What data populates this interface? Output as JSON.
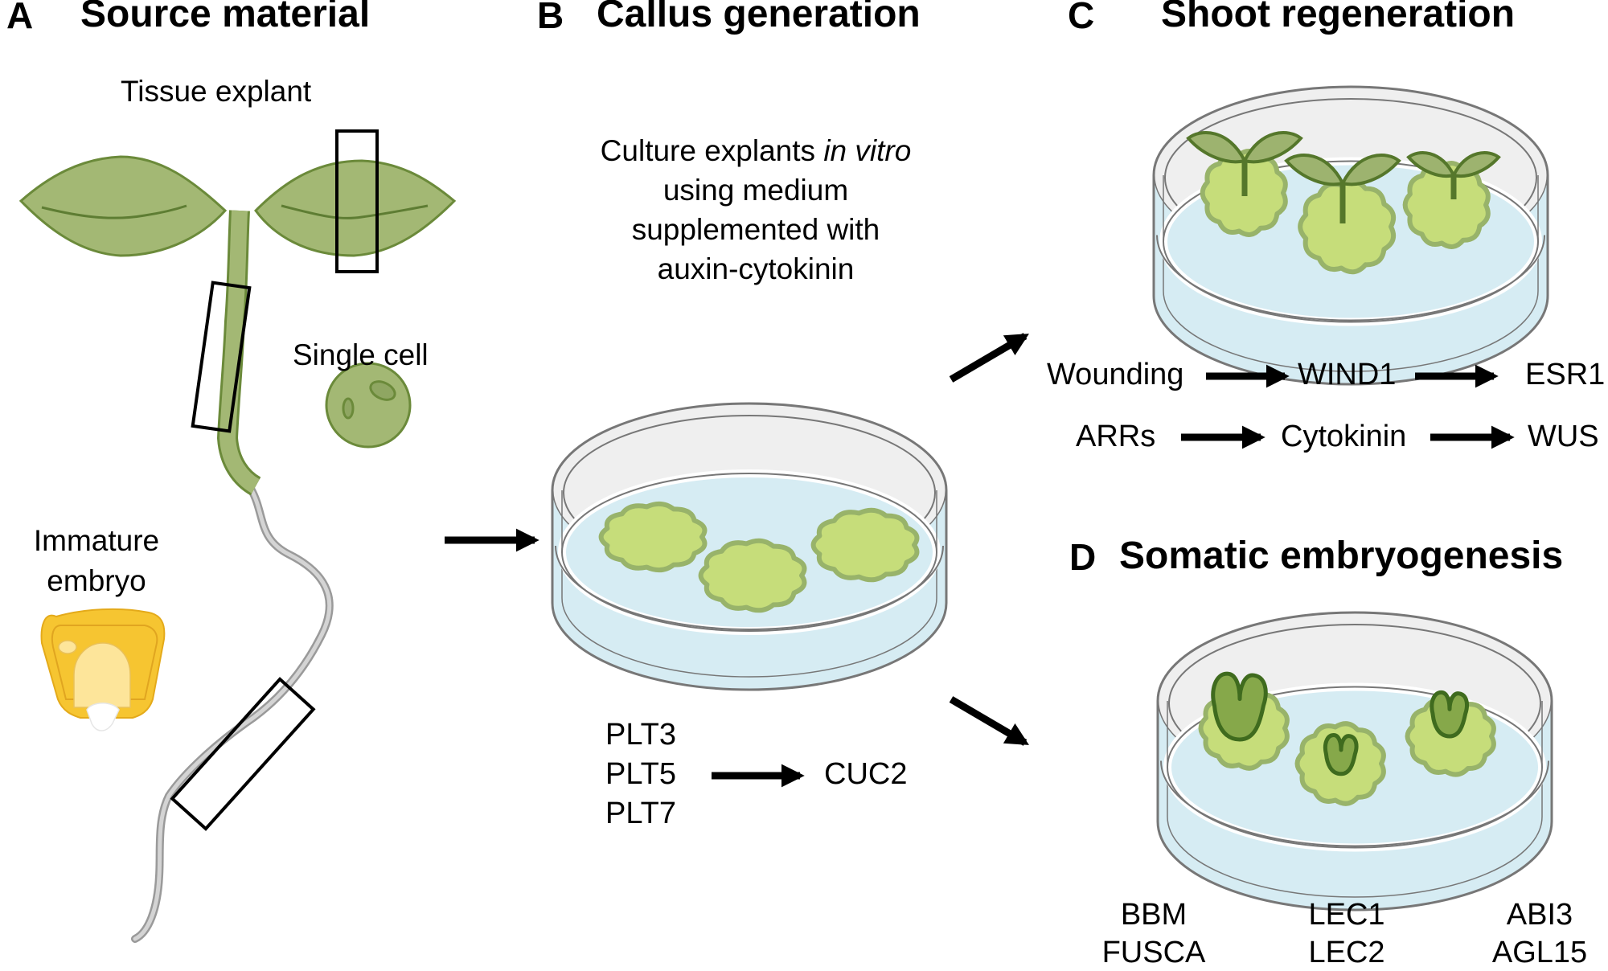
{
  "panels": {
    "A": {
      "letter": "A",
      "title": "Source material",
      "labels": {
        "tissue_explant": "Tissue explant",
        "single_cell": "Single cell",
        "immature_embryo_1": "Immature",
        "immature_embryo_2": "embryo"
      }
    },
    "B": {
      "letter": "B",
      "title": "Callus generation",
      "description": {
        "line1_pre": "Culture explants ",
        "line1_italic": "in vitro",
        "line2": "using medium",
        "line3": "supplemented with",
        "line4": "auxin-cytokinin"
      },
      "pathway": {
        "sources": [
          "PLT3",
          "PLT5",
          "PLT7"
        ],
        "target": "CUC2"
      }
    },
    "C": {
      "letter": "C",
      "title": "Shoot regeneration",
      "pathways": [
        {
          "steps": [
            "Wounding",
            "WIND1",
            "ESR1"
          ]
        },
        {
          "steps": [
            "ARRs",
            "Cytokinin",
            "WUS"
          ]
        }
      ]
    },
    "D": {
      "letter": "D",
      "title": "Somatic embryogenesis",
      "genes": [
        [
          "BBM",
          "FUSCA"
        ],
        [
          "LEC1",
          "LEC2"
        ],
        [
          "ABI3",
          "AGL15"
        ]
      ]
    }
  },
  "colors": {
    "leaf_fill": "#a3b874",
    "leaf_stroke": "#6b8a3a",
    "callus_fill": "#c6dd7a",
    "callus_stroke": "#98b36a",
    "medium": "#d6ecf3",
    "lid": "#efefef",
    "dish_stroke": "#777777",
    "root": "#cccccc",
    "embryo_outer": "#f6c531",
    "embryo_inner": "#fde59a",
    "shoot_fill": "#9db36f",
    "shoot_stroke": "#55772b",
    "embryo_fill": "#86a84a",
    "embryo_stroke": "#3f6b1e"
  }
}
